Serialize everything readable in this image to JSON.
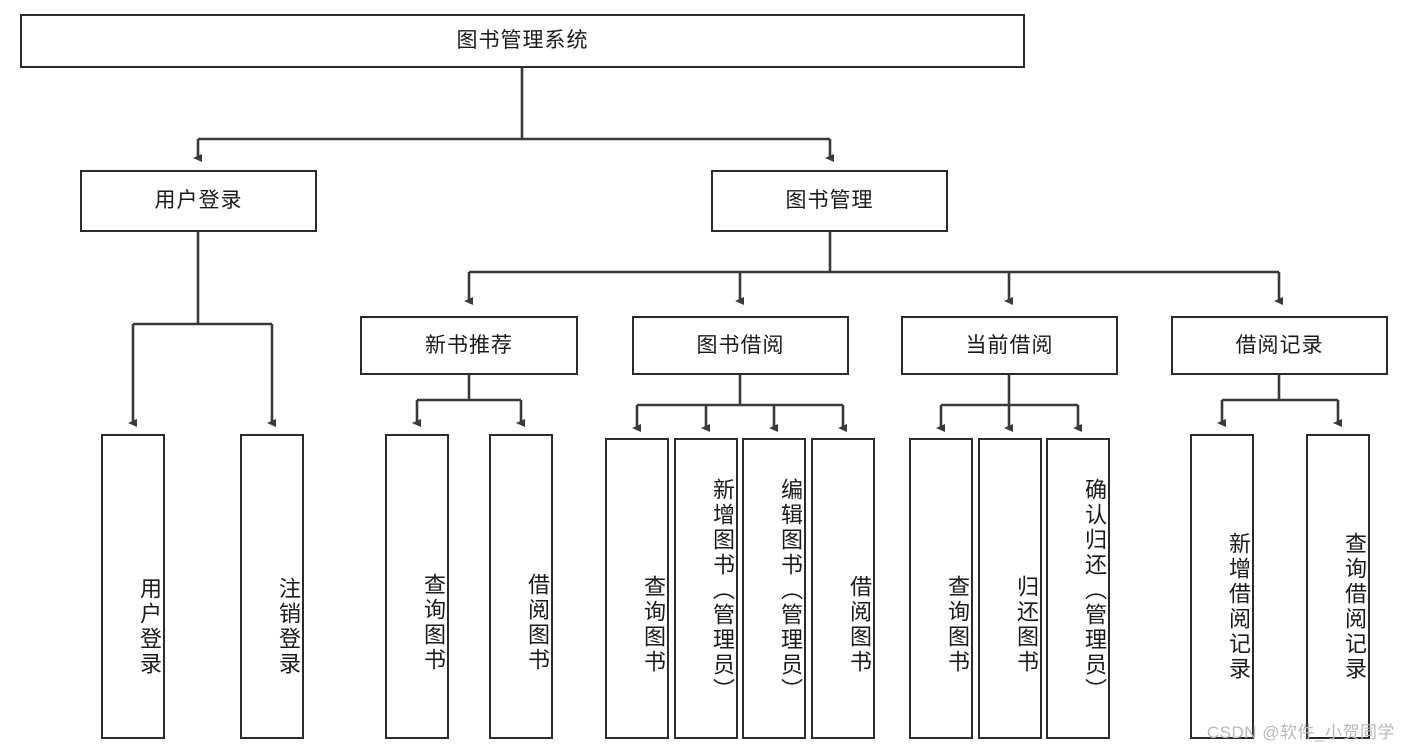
{
  "diagram": {
    "title_text": "图书管理系统",
    "watermark": "CSDN @软件_小贺同学",
    "colors": {
      "box_border": "#2b2b2b",
      "box_fill": "#ffffff",
      "connector": "#3a3a3a",
      "text": "#1a1a1a",
      "watermark": "#b9b9b9",
      "background": "#ffffff"
    },
    "root": {
      "label": "图书管理系统"
    },
    "level2": [
      {
        "label": "用户登录"
      },
      {
        "label": "图书管理"
      }
    ],
    "level3": [
      {
        "label": "新书推荐"
      },
      {
        "label": "图书借阅"
      },
      {
        "label": "当前借阅"
      },
      {
        "label": "借阅记录"
      }
    ],
    "leaves": {
      "user_login": [
        {
          "label": "用户登录"
        },
        {
          "label": "注销登录"
        }
      ],
      "new_book_recommend": [
        {
          "label": "查询图书"
        },
        {
          "label": "借阅图书"
        }
      ],
      "book_borrow": [
        {
          "label": "查询图书"
        },
        {
          "label": "新增图书（管理员）"
        },
        {
          "label": "编辑图书（管理员）"
        },
        {
          "label": "借阅图书"
        }
      ],
      "current_borrow": [
        {
          "label": "查询图书"
        },
        {
          "label": "归还图书"
        },
        {
          "label": "确认归还（管理员）"
        }
      ],
      "borrow_record": [
        {
          "label": "新增借阅记录"
        },
        {
          "label": "查询借阅记录"
        }
      ]
    }
  }
}
